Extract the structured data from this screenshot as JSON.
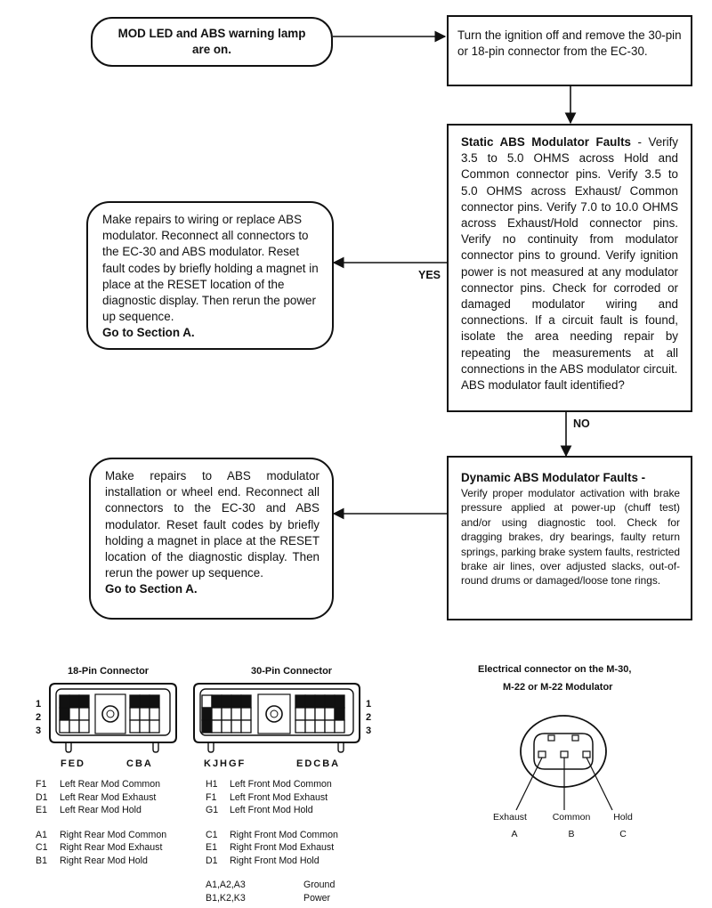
{
  "flow": {
    "start": "MOD LED and ABS warning lamp are on.",
    "step1": "Turn the ignition off and remove the 30-pin or 18-pin connector from the EC-30.",
    "static_title": "Static ABS Modulator Faults",
    "static_body": " - Verify 3.5 to 5.0 OHMS across Hold and Common connector pins. Verify 3.5 to 5.0 OHMS across Exhaust/ Common connector pins. Verify 7.0 to 10.0 OHMS across Exhaust/Hold connector pins. Verify no continuity from modulator connector pins to ground. Verify ignition power is not measured at any modulator connector pins. Check for corroded or damaged modulator wiring and connections. If a circuit fault is found, isolate the area needing repair by repeating the measurements at all connections in the ABS modulator circuit.",
    "static_question": "ABS modulator fault identified?",
    "yes_label": "YES",
    "no_label": "NO",
    "repair1_body": "Make repairs to wiring or replace ABS modulator. Reconnect all connectors to the EC-30 and ABS modulator. Reset fault codes by briefly holding a magnet in place at the RESET location of the diagnostic display. Then rerun the power up sequence.",
    "repair1_goto": "Go to Section A.",
    "dynamic_title": "Dynamic ABS Modulator Faults -",
    "dynamic_body": "Verify proper modulator activation with brake pressure applied at power-up (chuff test) and/or using diagnostic tool. Check for dragging brakes, dry bearings, faulty return springs, parking brake system faults, restricted brake air lines, over adjusted slacks, out-of-round drums or damaged/loose tone rings.",
    "repair2_body": "Make repairs to ABS modulator installation or wheel end. Reconnect all connectors to the EC-30 and ABS modulator. Reset fault codes by briefly holding a magnet in place at the RESET location of the diagnostic display. Then rerun the power up sequence.",
    "repair2_goto": "Go to Section A."
  },
  "connectors": {
    "pin18_title": "18-Pin Connector",
    "pin30_title": "30-Pin Connector",
    "rows": [
      "1",
      "2",
      "3"
    ],
    "pin18_letters_left": "FED",
    "pin18_letters_right": "CBA",
    "pin30_letters_left": "KJHGF",
    "pin30_letters_right": "EDCBA",
    "legend18": [
      {
        "code": "F1",
        "desc": "Left Rear Mod Common"
      },
      {
        "code": "D1",
        "desc": "Left Rear Mod Exhaust"
      },
      {
        "code": "E1",
        "desc": "Left Rear Mod Hold"
      },
      {
        "code": "A1",
        "desc": "Right Rear Mod Common"
      },
      {
        "code": "C1",
        "desc": "Right Rear Mod Exhaust"
      },
      {
        "code": "B1",
        "desc": "Right Rear Mod Hold"
      }
    ],
    "legend30": [
      {
        "code": "H1",
        "desc": "Left Front Mod Common"
      },
      {
        "code": "F1",
        "desc": "Left Front Mod Exhaust"
      },
      {
        "code": "G1",
        "desc": "Left Front Mod Hold"
      },
      {
        "code": "C1",
        "desc": "Right Front Mod Common"
      },
      {
        "code": "E1",
        "desc": "Right Front Mod Exhaust"
      },
      {
        "code": "D1",
        "desc": "Right Front Mod Hold"
      }
    ],
    "legend30_extra": [
      {
        "code": "A1,A2,A3",
        "desc": "Ground"
      },
      {
        "code": "B1,K2,K3",
        "desc": "Power"
      }
    ]
  },
  "modulator": {
    "title_line1": "Electrical connector on the M-30,",
    "title_line2": "M-22 or M-22 Modulator",
    "pins": [
      {
        "name": "Exhaust",
        "letter": "A"
      },
      {
        "name": "Common",
        "letter": "B"
      },
      {
        "name": "Hold",
        "letter": "C"
      }
    ]
  }
}
